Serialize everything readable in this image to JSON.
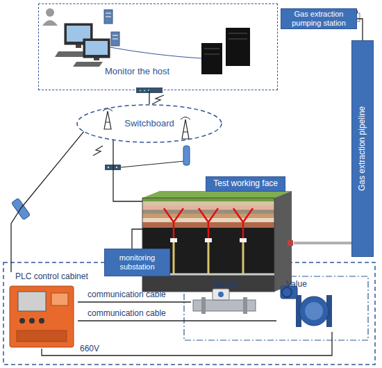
{
  "diagram": {
    "nodes": [
      {
        "text": [
          "Monitor the host"
        ]
      },
      {
        "text": [
          "Gas extraction pumping station"
        ]
      },
      {
        "text": [
          "Switchboard"
        ]
      },
      {
        "text": [
          "Gas extraction pipeline"
        ]
      },
      {
        "text": [
          "Test working face"
        ]
      },
      {
        "text": [
          "monitoring substation"
        ]
      },
      {
        "text": [
          "PLC control cabinet"
        ]
      },
      {
        "text": [
          "Sensor"
        ]
      },
      {
        "text": [
          "Value"
        ]
      }
    ],
    "edges": [
      {
        "from": 0,
        "to": 2,
        "arrow": "none"
      },
      {
        "from": 2,
        "to": 4,
        "arrow": "none"
      },
      {
        "from": 5,
        "to": 4,
        "arrow": "none"
      },
      {
        "from": 2,
        "to": 6,
        "arrow": "none"
      },
      {
        "from": 1,
        "to": 3,
        "arrow": "none"
      },
      {
        "from": 3,
        "to": 4,
        "arrow": "none"
      },
      {
        "from": 6,
        "to": 7,
        "label": "communication cable",
        "arrow": "none"
      },
      {
        "from": 6,
        "to": 8,
        "label": "communication cable",
        "arrow": "none"
      },
      {
        "from": 6,
        "to": 8,
        "label": "660V",
        "arrow": "none"
      }
    ]
  }
}
